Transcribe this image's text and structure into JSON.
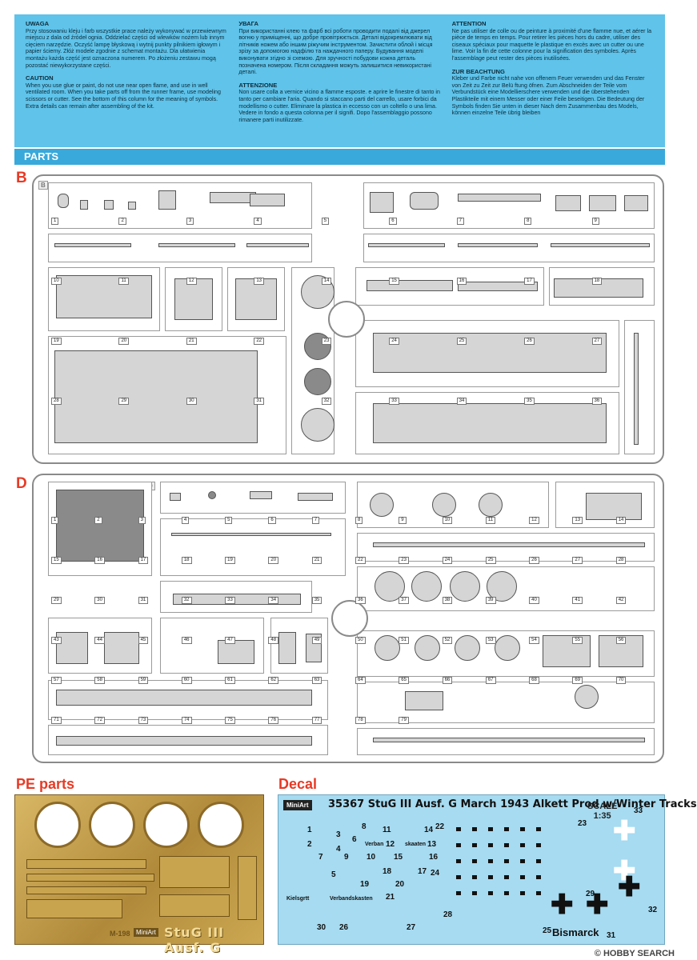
{
  "warning": {
    "uwaga": {
      "title": "UWAGA",
      "text": "Przy stosowaniu kleju i farb wszystkie prace należy wykonywać w przewiewnym miejscu z dala od źródeł ognia. Oddzielać części od wlewków nożem lub innym cięciem narzędzie. Oczyść lampę błyskową i wytnij punkty pilnikiem igłowym i papier ściemy. Złóż modele zgodnie z schemat montażu. Dla ułatwienia montażu każda część jest oznaczona numerem. Po złożeniu zestawu mogą pozostać niewykorzystane części."
    },
    "caution": {
      "title": "CAUTION",
      "text": "When you use glue or paint, do not use near open flame, and use in well ventilated room. When you take parts off from the runner frame, use modeling scissors or cutter. See the bottom of this column for the meaning of symbols. Extra details can remain after assembling of the kit."
    },
    "uvaga": {
      "title": "УВАГА",
      "text": "При використанні клею та фарб всі роботи проводити подалі від джерел вогню у приміщенні, що добре провітрюється. Деталі відокремлювати від літників ножем або іншим ріжучим інструментом. Зачистити облой і місця зрізу за допомогою надфілю та наждачного паперу. Будування моделі виконувати згідно зі схемою. Для зручності побудови кожна деталь позначена номером. Після складання можуть залишитися невикористані деталі."
    },
    "attenzione": {
      "title": "ATTENZIONE",
      "text": "Non usare colla a vernice vicino a flamme esposte. e aprire le finestre di tanto in tanto per cambiare l'aria. Quando si staccano parti del carrello, usare forbici da modellismo o cutter. Eliminare la plastica in eccesso con un coltello o una lima. Vedere in fondo a questa colonna per il signifi. Dopo l'assemblaggio possono rimanere parti inutilizzate."
    },
    "attention": {
      "title": "ATTENTION",
      "text": "Ne pas utiliser de colle ou de peinture à proximité d'une flamme nue, et aérer la pièce de temps en temps. Pour retirer les pièces hors du cadre, utiliser des ciseaux spéciaux pour maquette le plastique en excès avec un cutter ou une lime. Voir la fin de cette colonne pour la signification des symboles. Après l'assemblage peut rester des pièces inutilisées."
    },
    "beachtung": {
      "title": "ZUR BEACHTUNG",
      "text": "Kleber und Farbe nicht nahe von offenem Feuer verwenden und das Fenster von Zeit zu Zeit zur Belü ftung öfnen. Zum Abschneiden der Teile vom Verbundstück eine Modellierschere verwenden und die überstehenden Plastikteile mit einem Messer oder einer Feile beseitigen. Die Bedeutung der Symbols finden Sie unten in dieser Nach dem Zusammenbau des Models, können einzelne Teile übrig bleiben"
    }
  },
  "parts_bar": "PARTS",
  "sprue_b_letter": "B",
  "sprue_d_letter": "D",
  "sprue_b_numbers": [
    "1",
    "2",
    "3",
    "4",
    "5",
    "6",
    "7",
    "8",
    "9",
    "10",
    "11",
    "12",
    "13",
    "14",
    "15",
    "16",
    "17",
    "18",
    "19",
    "20",
    "21",
    "22",
    "23",
    "24",
    "25",
    "26",
    "27",
    "28",
    "29",
    "30",
    "31",
    "32",
    "33",
    "34",
    "35",
    "36"
  ],
  "sprue_d_numbers": [
    "1",
    "2",
    "3",
    "4",
    "5",
    "6",
    "7",
    "8",
    "9",
    "10",
    "11",
    "12",
    "13",
    "14",
    "15",
    "16",
    "17",
    "18",
    "19",
    "20",
    "21",
    "22",
    "23",
    "24",
    "25",
    "26",
    "27",
    "28",
    "29",
    "30",
    "31",
    "32",
    "33",
    "34",
    "35",
    "36",
    "37",
    "38",
    "39",
    "40",
    "41",
    "42",
    "43",
    "44",
    "45",
    "46",
    "47",
    "48",
    "49",
    "50",
    "51",
    "52",
    "53",
    "54",
    "55",
    "56",
    "57",
    "58",
    "59",
    "60",
    "61",
    "62",
    "63",
    "64",
    "65",
    "66",
    "67",
    "68",
    "69",
    "70",
    "71",
    "72",
    "73",
    "74",
    "75",
    "76",
    "77",
    "78",
    "79"
  ],
  "pe": {
    "title": "PE parts",
    "code": "M-198",
    "brand": "MiniArt",
    "logo": "StuG III Ausf. G"
  },
  "decal": {
    "title": "Decal",
    "brand": "MiniArt",
    "header": "35367 StuG III Ausf. G March 1943 Alkett Prod w/Winter Tracks",
    "scale_label": "SCALE",
    "scale_value": "1:35",
    "numbers": [
      "1",
      "2",
      "3",
      "4",
      "5",
      "6",
      "7",
      "8",
      "9",
      "10",
      "11",
      "12",
      "13",
      "14",
      "15",
      "16",
      "17",
      "18",
      "19",
      "20",
      "21",
      "22",
      "23",
      "24",
      "25",
      "26",
      "27",
      "28",
      "29",
      "30",
      "31",
      "32",
      "33"
    ],
    "texts": [
      "Verban",
      "skaaten",
      "Verbandskasten",
      "Kielsgrtt"
    ],
    "bismarck": "Bismarck"
  },
  "watermark": "© HOBBY SEARCH"
}
